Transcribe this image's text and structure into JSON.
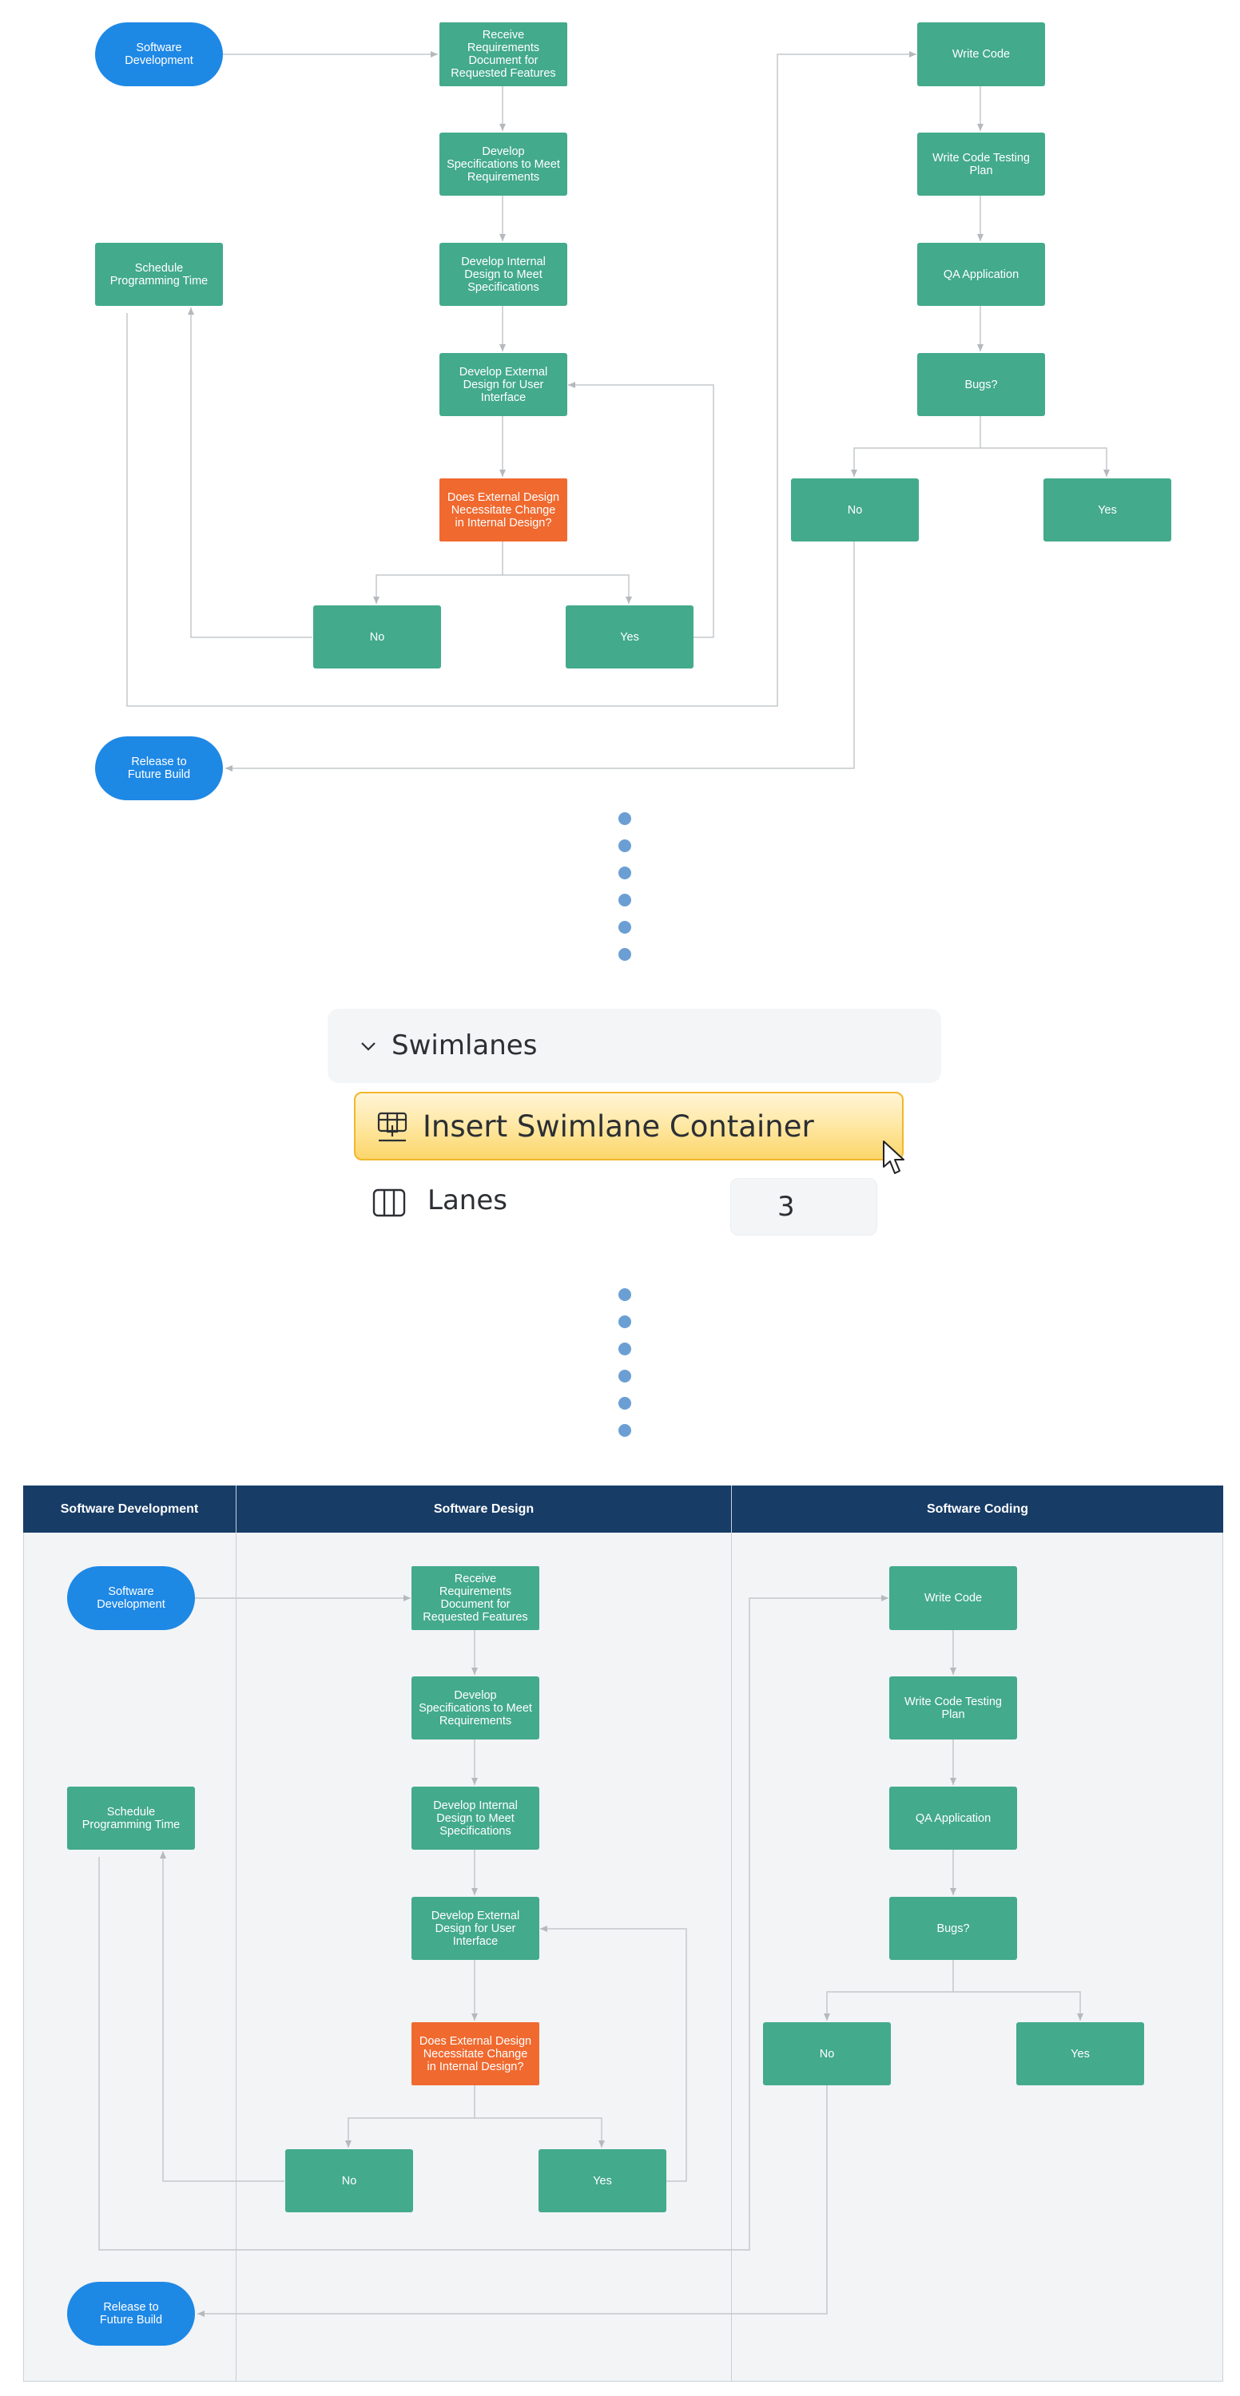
{
  "diagram_top": {
    "nodes": {
      "software_development": "Software\nDevelopment",
      "receive_requirements": "Receive Requirements Document for Requested Features",
      "develop_specifications": "Develop Specifications to Meet Requirements",
      "develop_internal_design": "Develop Internal Design to Meet Specifications",
      "develop_external_design": "Develop External Design for User Interface",
      "does_external_design": "Does External Design Necessitate Change in Internal Design?",
      "no_design": "No",
      "yes_design": "Yes",
      "schedule_programming": "Schedule Programming Time",
      "release_future_build": "Release to\nFuture Build",
      "write_code": "Write Code",
      "write_code_testing": "Write Code Testing Plan",
      "qa_application": "QA Application",
      "bugs": "Bugs?",
      "no_bugs": "No",
      "yes_bugs": "Yes"
    }
  },
  "panel": {
    "section_title": "Swimlanes",
    "insert_button_label": "Insert Swimlane Container",
    "lanes_label": "Lanes",
    "lanes_value": "3"
  },
  "swimlane": {
    "lanes": [
      "Software Development",
      "Software Design",
      "Software Coding"
    ]
  },
  "colors": {
    "process": "#43aa8b",
    "terminal": "#1e88e5",
    "decision": "#f0692f",
    "header": "#173c66",
    "highlight": "#fbd66a"
  }
}
